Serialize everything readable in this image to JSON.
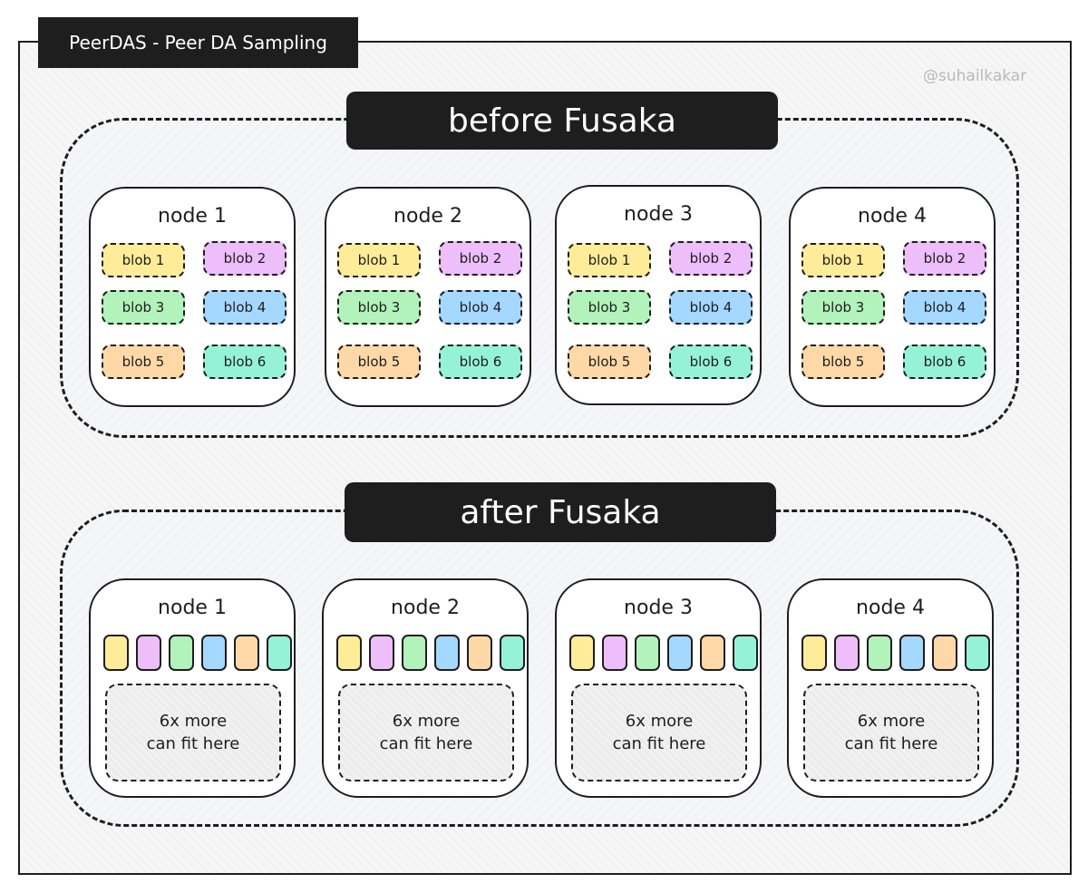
{
  "title": "PeerDAS - Peer DA Sampling",
  "watermark": "@suhailkakar",
  "before": {
    "label": "before Fusaka",
    "nodes": [
      {
        "name": "node 1",
        "blobs": [
          "blob 1",
          "blob 2",
          "blob 3",
          "blob 4",
          "blob 5",
          "blob 6"
        ]
      },
      {
        "name": "node 2",
        "blobs": [
          "blob 1",
          "blob 2",
          "blob 3",
          "blob 4",
          "blob 5",
          "blob 6"
        ]
      },
      {
        "name": "node 3",
        "blobs": [
          "blob 1",
          "blob 2",
          "blob 3",
          "blob 4",
          "blob 5",
          "blob 6"
        ]
      },
      {
        "name": "node 4",
        "blobs": [
          "blob 1",
          "blob 2",
          "blob 3",
          "blob 4",
          "blob 5",
          "blob 6"
        ]
      }
    ]
  },
  "after": {
    "label": "after Fusaka",
    "nodes": [
      {
        "name": "node 1",
        "more_line1": "6x more",
        "more_line2": "can fit here"
      },
      {
        "name": "node 2",
        "more_line1": "6x more",
        "more_line2": "can fit here"
      },
      {
        "name": "node 3",
        "more_line1": "6x more",
        "more_line2": "can fit here"
      },
      {
        "name": "node 4",
        "more_line1": "6x more",
        "more_line2": "can fit here"
      }
    ]
  },
  "colors": {
    "blob1": "#ffec99",
    "blob2": "#eebefa",
    "blob3": "#b2f2bb",
    "blob4": "#a5d8ff",
    "blob5": "#ffd8a8",
    "blob6": "#96f2d7",
    "dark": "#1e1e1e"
  }
}
